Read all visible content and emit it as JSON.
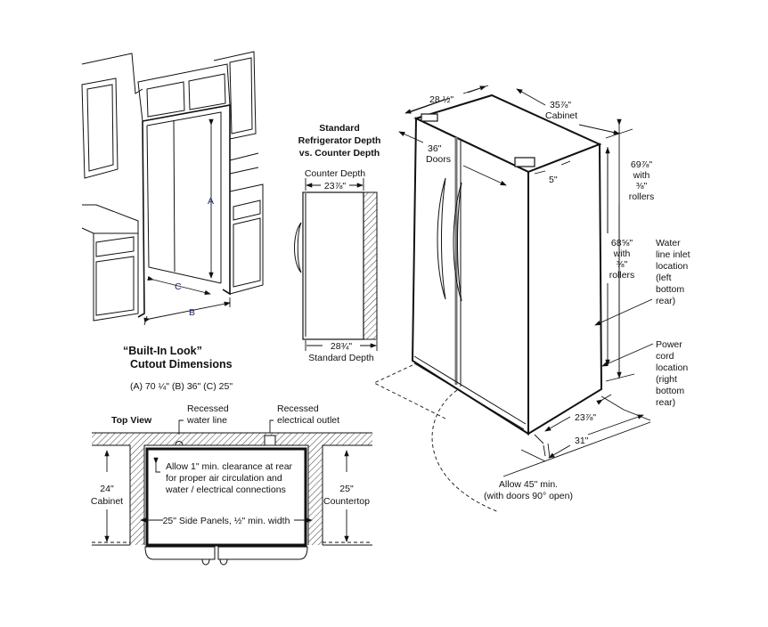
{
  "builtin": {
    "labels": {
      "a": "A",
      "b": "B",
      "c": "C"
    },
    "title_line1": "“Built-In Look”",
    "title_line2": "Cutout Dimensions",
    "dims": "(A) 70 ¼\"   (B) 36\"   (C) 25\""
  },
  "depth_compare": {
    "title": [
      "Standard",
      "Refrigerator Depth",
      "vs. Counter Depth"
    ],
    "counter_label": "Counter Depth",
    "counter_value": "23⅞\"",
    "standard_value": "28¾\"",
    "standard_label": "Standard Depth"
  },
  "fridge": {
    "depth_top": "28 ½\"",
    "cabinet_value": "35⅞\"",
    "cabinet_label": "Cabinet",
    "doors_value": "36\"",
    "doors_label": "Doors",
    "hinge_offset": "5\"",
    "height_total": [
      "69⅞\"",
      "with",
      "⅜\"",
      "rollers"
    ],
    "height_cabinet": [
      "68⅝\"",
      "with",
      "⅜\"",
      "rollers"
    ],
    "water_inlet": [
      "Water",
      "line inlet",
      "location",
      "(left",
      "bottom",
      "rear)"
    ],
    "power_cord": [
      "Power",
      "cord",
      "location",
      "(right",
      "bottom",
      "rear)"
    ],
    "depth_cabinet": "23⅞\"",
    "depth_total": "31\"",
    "door_clearance": [
      "Allow 45\" min.",
      "(with doors 90° open)"
    ]
  },
  "top_view": {
    "title": "Top View",
    "water_line": [
      "Recessed",
      "water line"
    ],
    "outlet": [
      "Recessed",
      "electrical outlet"
    ],
    "clearance_note": [
      "Allow 1\" min. clearance at rear",
      "for proper air circulation and",
      "water / electrical connections"
    ],
    "cabinet": [
      "24\"",
      "Cabinet"
    ],
    "countertop": [
      "25\"",
      "Countertop"
    ],
    "side_panels": "25\" Side Panels, ½\" min. width"
  },
  "colors": {
    "ink": "#111111",
    "label_blue": "#1a2a6b"
  }
}
